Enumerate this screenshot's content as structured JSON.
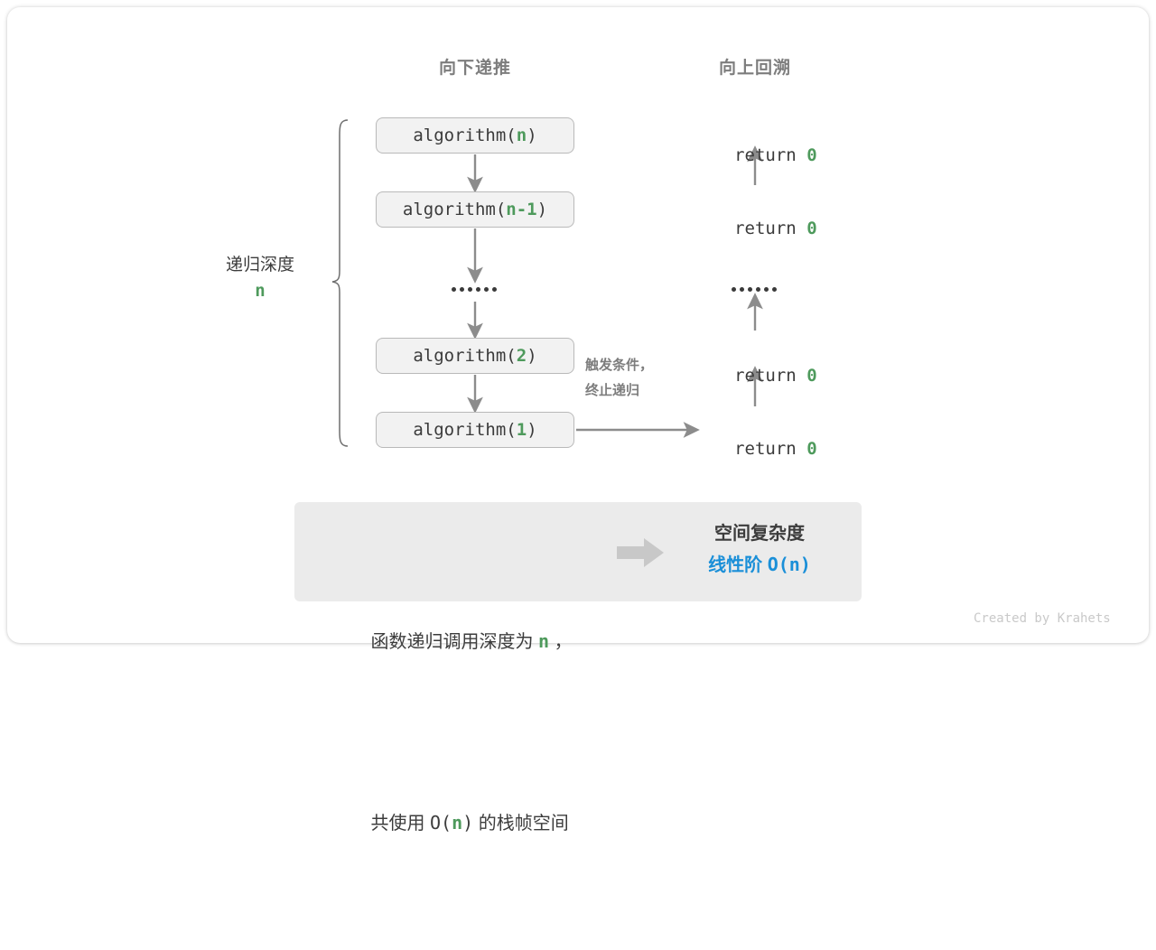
{
  "diagram": {
    "title_left": "向下递推",
    "title_right": "向上回溯",
    "depth_label": "递归深度",
    "depth_value": "n",
    "trigger_note_line1": "触发条件，",
    "trigger_note_line2": "终止递归",
    "ellipsis_dots_count": 6,
    "call_prefix": "algorithm(",
    "call_suffix": ")",
    "return_keyword": "return ",
    "return_value": "0",
    "calls": [
      {
        "label": "algorithm(n)",
        "arg": "n"
      },
      {
        "label": "algorithm(n-1)",
        "arg": "n-1"
      },
      {
        "label": "algorithm(2)",
        "arg": "2"
      },
      {
        "label": "algorithm(1)",
        "arg": "1"
      }
    ],
    "returns": [
      {
        "label": "return 0",
        "value": "0"
      },
      {
        "label": "return 0",
        "value": "0"
      },
      {
        "label": "return 0",
        "value": "0"
      },
      {
        "label": "return 0",
        "value": "0"
      }
    ]
  },
  "summary": {
    "line1_pre": "函数递归调用深度为 ",
    "line1_var": "n",
    "line1_post": " ，",
    "line2_pre": "共使用 ",
    "line2_big_o_open": "O(",
    "line2_var": "n",
    "line2_big_o_close": ")",
    "line2_post": " 的栈帧空间",
    "result_title": "空间复杂度",
    "result_order": "线性阶 ",
    "result_notation": "O(n)",
    "arrow": "block-arrow-right"
  },
  "colors": {
    "accent_green": "#4e9a5c",
    "accent_blue": "#1a8fd8",
    "text_dark": "#3c3c3c",
    "text_gray": "#7d7d7d",
    "box_fill": "#f2f2f2",
    "box_border": "#b9b9b9",
    "panel_fill": "#ebebeb",
    "arrow_gray": "#8c8c8c"
  },
  "footer": {
    "credit": "Created by Krahets"
  }
}
